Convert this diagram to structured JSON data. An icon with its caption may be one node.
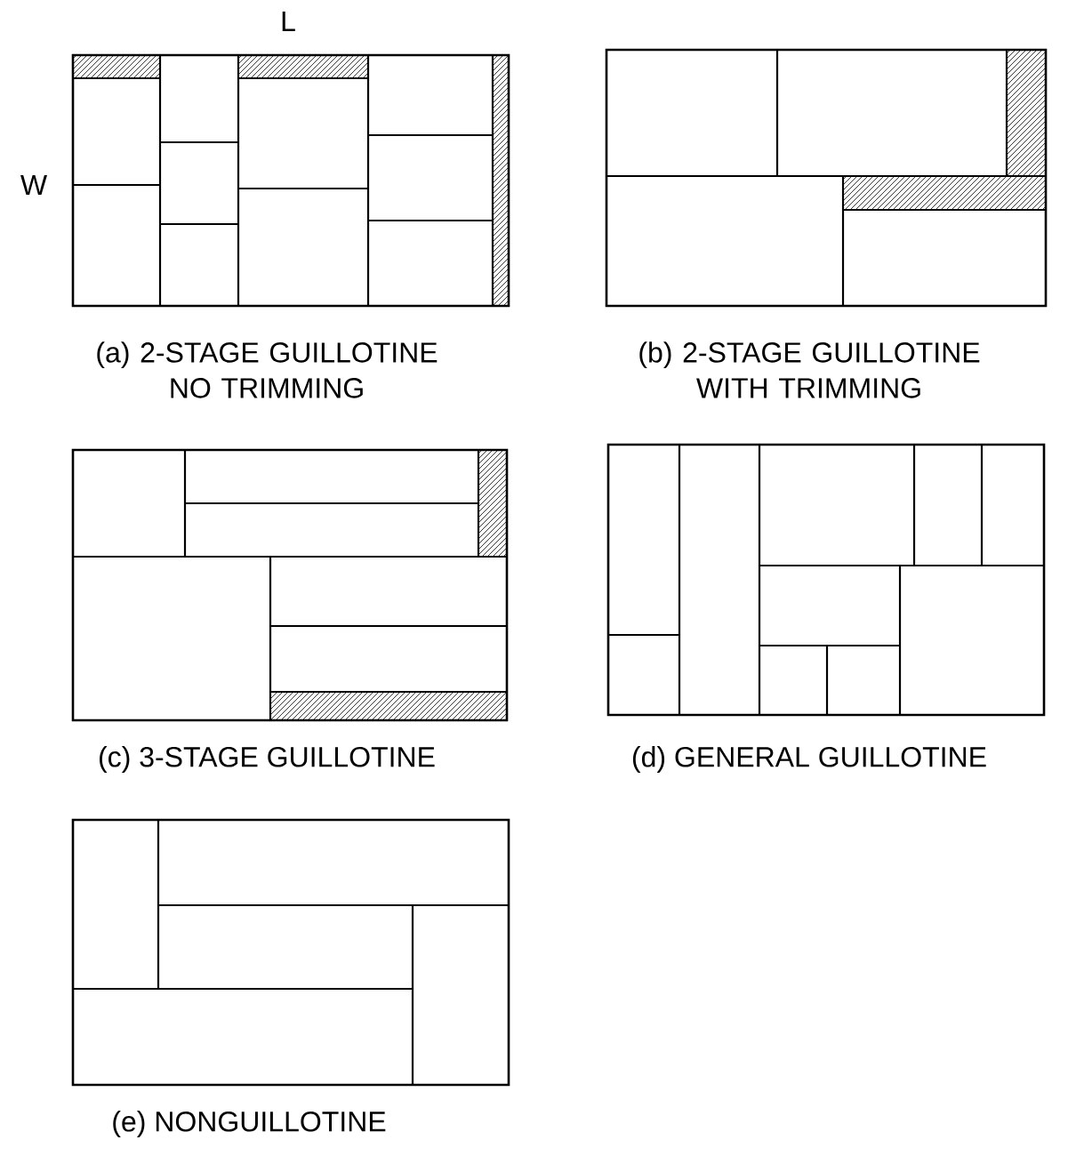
{
  "diagram": {
    "labels": [
      "L",
      "W",
      "(a) 2-STAGE GUILLOTINE NO TRIMMING",
      "(b) 2-STAGE GUILLOTINE WITH TRIMMING",
      "(c) 3-STAGE GUILLOTINE",
      "(d) GENERAL GUILLOTINE",
      "(e) NONGUILLOTINE"
    ]
  }
}
